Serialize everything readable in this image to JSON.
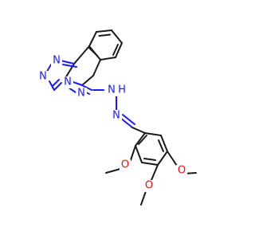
{
  "molecule": {
    "atoms": {
      "n_triazole_1": {
        "element": "N",
        "text": "N"
      },
      "n_triazole_2": {
        "element": "N",
        "text": "N"
      },
      "n_bridge": {
        "element": "N",
        "text": "N"
      },
      "n_pyridazine": {
        "element": "N",
        "text": "N"
      },
      "nh": {
        "element": "N",
        "text": "N"
      },
      "h": {
        "element": "H",
        "text": "H"
      },
      "n_imine": {
        "element": "N",
        "text": "N"
      },
      "o_left": {
        "element": "O",
        "text": "O"
      },
      "o_mid": {
        "element": "O",
        "text": "O"
      },
      "o_right": {
        "element": "O",
        "text": "O"
      }
    },
    "colors": {
      "carbon": "#1a1a1a",
      "nitrogen": "#1a1aff",
      "oxygen": "#ff0d0d",
      "background": "#ffffff"
    }
  }
}
